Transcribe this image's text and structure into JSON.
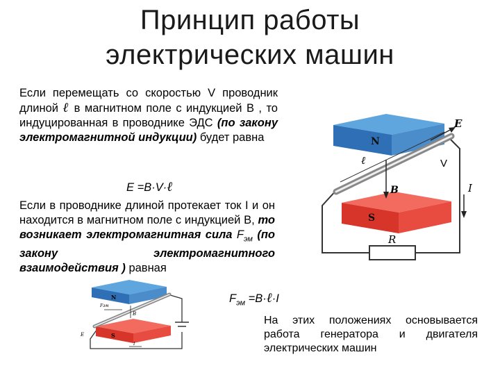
{
  "title": {
    "line1": "Принцип работы",
    "line2": "электрических машин"
  },
  "para1": {
    "t1": "Если перемещать со скоростью ",
    "v": "V",
    "t2": " проводник длиной ",
    "l": "ℓ",
    "t3": " в магнитном поле с индукцией В , то индуцированная в проводнике ЭДС ",
    "law": "(по закону электромагнитной индукции)",
    "t4": " будет равна"
  },
  "formula1": {
    "text": "E =B·V·",
    "l": "ℓ"
  },
  "para2": {
    "t1": "Если в проводнике длиной  протекает ток I и он находится в магнитном поле с индукцией В, ",
    "bold1": "то возникает электромагнитная сила ",
    "f": "F",
    "fsub": "эм",
    "bold2": " (по закону электромагнитного взаимодействия )",
    "t2": " равная"
  },
  "formula2": {
    "f": "F",
    "fsub": "эм",
    "eq": " =B·",
    "l": "ℓ",
    "end": "·I"
  },
  "para3": {
    "text": "На этих положениях основывается работа генератора и двигателя электрических машин"
  },
  "diagram1": {
    "pole_n": "N",
    "pole_s": "S",
    "label_e": "E",
    "label_l": "ℓ",
    "label_v": "V",
    "label_b": "B",
    "label_i": "I",
    "label_r": "R"
  },
  "diagram2": {
    "pole_n": "N",
    "pole_s": "S",
    "label_f": "Fэм",
    "label_b": "B",
    "label_i": "I",
    "label_e": "E"
  },
  "colors": {
    "north": "#3f83c4",
    "south": "#e2483b",
    "wire": "#333333"
  }
}
